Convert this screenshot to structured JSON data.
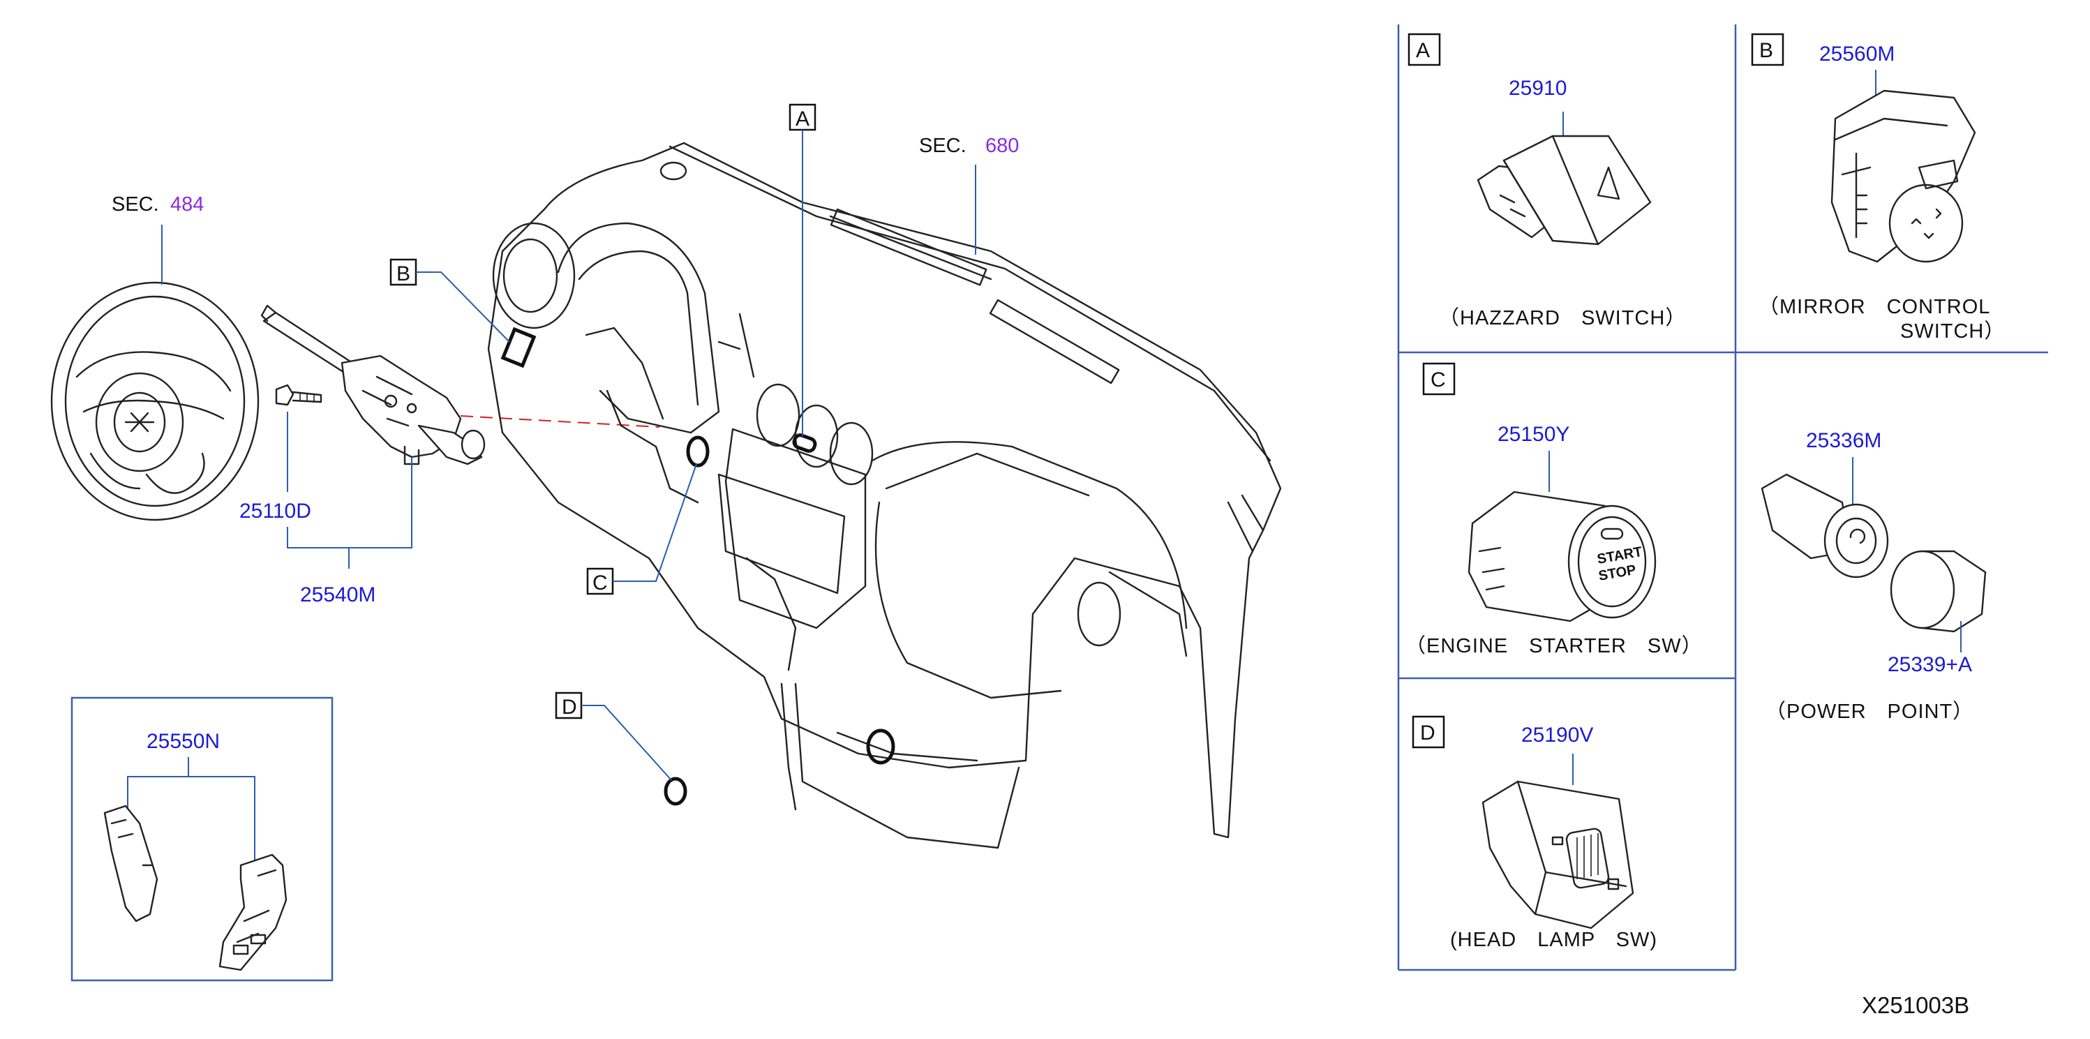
{
  "diagram": {
    "code": "X251003B",
    "section_refs": [
      {
        "prefix": "SEC.",
        "number": "484"
      },
      {
        "prefix": "SEC.",
        "number": "680"
      }
    ],
    "callouts": [
      "A",
      "B",
      "C",
      "D"
    ],
    "main_parts": {
      "bolt": "25110D",
      "combination_switch": "25540M",
      "steering_switch": "25550N"
    },
    "panels": {
      "A": {
        "letter": "A",
        "part": "25910",
        "caption": "（HAZZARD　SWITCH）"
      },
      "B": {
        "letter": "B",
        "part": "25560M",
        "caption_line1": "（MIRROR　CONTROL",
        "caption_line2": "SWITCH）"
      },
      "C": {
        "letter": "C",
        "part": "25150Y",
        "caption": "（ENGINE　STARTER　SW）"
      },
      "C2": {
        "part_socket": "25336M",
        "part_cap": "25339+A",
        "caption": "（POWER　POINT）"
      },
      "D": {
        "letter": "D",
        "part": "25190V",
        "caption": "(HEAD　LAMP　SW)"
      }
    },
    "starter_button_text": [
      "START",
      "STOP"
    ]
  }
}
